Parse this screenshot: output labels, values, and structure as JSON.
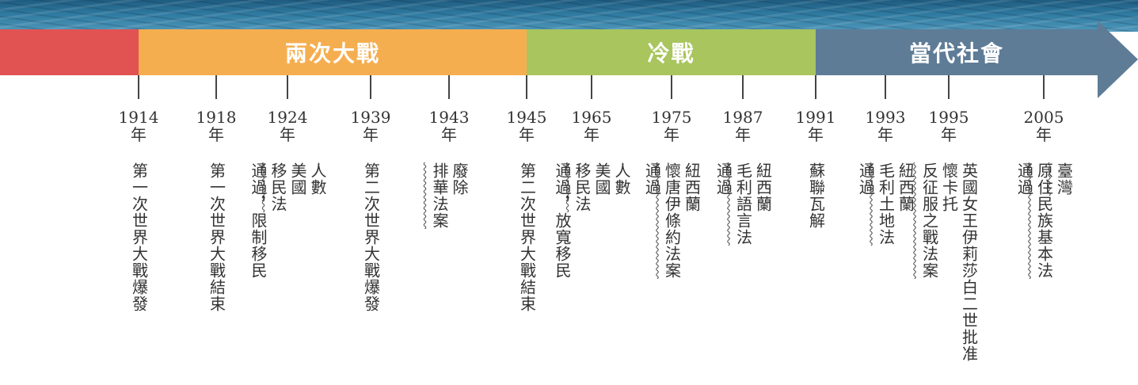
{
  "eras": [
    {
      "label": "",
      "color": "#e15352"
    },
    {
      "label": "兩次大戰",
      "color": "#f5ae4f"
    },
    {
      "label": "冷戰",
      "color": "#a8c55e"
    },
    {
      "label": "當代社會",
      "color": "#5e7c96"
    }
  ],
  "year_suffix": "年",
  "events": [
    {
      "year": "1914",
      "lines": [
        {
          "text": "第一次世界大戰爆發",
          "wavy": false
        }
      ]
    },
    {
      "year": "1918",
      "lines": [
        {
          "text": "第一次世界大戰結束",
          "wavy": false
        }
      ]
    },
    {
      "year": "1924",
      "lines": [
        {
          "text": "人數",
          "wavy": false
        },
        {
          "text": "美國",
          "wavy": false
        },
        {
          "text": "移民法",
          "wavy": true
        },
        {
          "text": "通過，限制移民",
          "wavy": false
        }
      ]
    },
    {
      "year": "1939",
      "lines": [
        {
          "text": "第二次世界大戰爆發",
          "wavy": false
        }
      ]
    },
    {
      "year": "1943",
      "lines": [
        {
          "text": "廢除",
          "wavy": false
        },
        {
          "text": "排華法案",
          "wavy": true
        }
      ]
    },
    {
      "year": "1945",
      "lines": [
        {
          "text": "第二次世界大戰結束",
          "wavy": false
        }
      ]
    },
    {
      "year": "1965",
      "lines": [
        {
          "text": "人數",
          "wavy": false
        },
        {
          "text": "美國",
          "wavy": false
        },
        {
          "text": "移民法",
          "wavy": true
        },
        {
          "text": "通過，放寬移民",
          "wavy": false
        }
      ]
    },
    {
      "year": "1975",
      "lines": [
        {
          "text": "紐西蘭",
          "wavy": false
        },
        {
          "text": "懷唐伊條約法案",
          "wavy": true
        },
        {
          "text": "通過",
          "wavy": false
        }
      ]
    },
    {
      "year": "1987",
      "lines": [
        {
          "text": "紐西蘭",
          "wavy": false
        },
        {
          "text": "毛利語言法",
          "wavy": true
        },
        {
          "text": "通過",
          "wavy": false
        }
      ]
    },
    {
      "year": "1991",
      "lines": [
        {
          "text": "蘇聯瓦解",
          "wavy": false
        }
      ]
    },
    {
      "year": "1993",
      "lines": [
        {
          "text": "紐西蘭",
          "wavy": false
        },
        {
          "text": "毛利土地法",
          "wavy": true
        },
        {
          "text": "通過",
          "wavy": false
        }
      ]
    },
    {
      "year": "1995",
      "lines": [
        {
          "text": "英國女王伊莉莎白二世批准",
          "wavy": false
        },
        {
          "text": "懷卡托",
          "wavy": false
        },
        {
          "text": "反征服之戰法案",
          "wavy": true
        }
      ]
    },
    {
      "year": "2005",
      "lines": [
        {
          "text": "臺灣",
          "wavy": true
        },
        {
          "text": "原住民族基本法",
          "wavy": true
        },
        {
          "text": "通過",
          "wavy": false
        }
      ]
    }
  ]
}
